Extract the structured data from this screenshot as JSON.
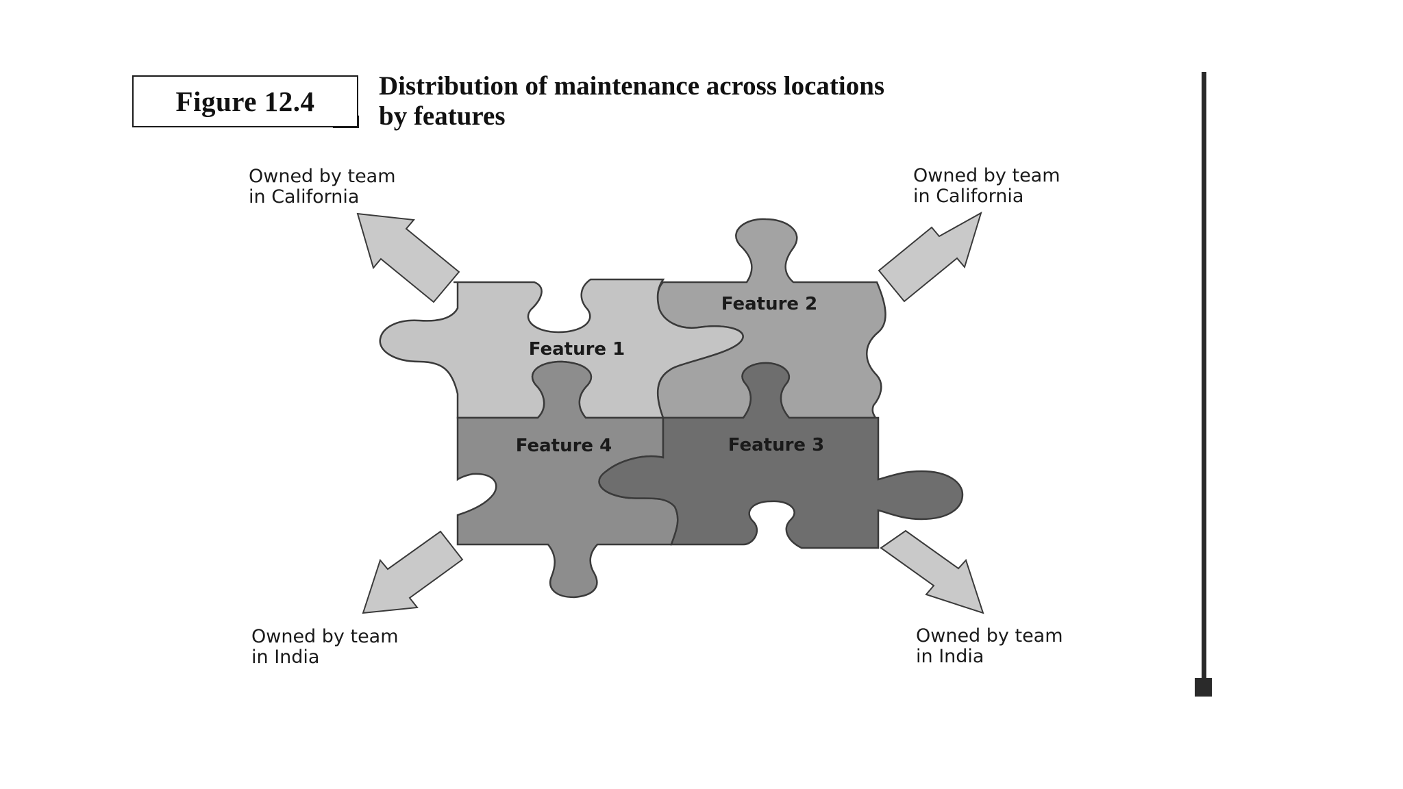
{
  "figure": {
    "label": "Figure 12.4",
    "title_line1": "Distribution of maintenance across locations",
    "title_line2": "by features"
  },
  "owners": {
    "top_left": {
      "line1": "Owned by team",
      "line2": "in California"
    },
    "top_right": {
      "line1": "Owned by team",
      "line2": "in California"
    },
    "bottom_left": {
      "line1": "Owned by team",
      "line2": "in India"
    },
    "bottom_right": {
      "line1": "Owned by team",
      "line2": "in India"
    }
  },
  "features": {
    "f1": {
      "label": "Feature 1",
      "fill": "#c4c4c4"
    },
    "f2": {
      "label": "Feature 2",
      "fill": "#a3a3a3"
    },
    "f3": {
      "label": "Feature 3",
      "fill": "#6e6e6e"
    },
    "f4": {
      "label": "Feature 4",
      "fill": "#8d8d8d"
    }
  },
  "colors": {
    "outline": "#3a3a3a",
    "arrow_fill": "#c9c9c9",
    "rule": "#2a2a2a"
  }
}
